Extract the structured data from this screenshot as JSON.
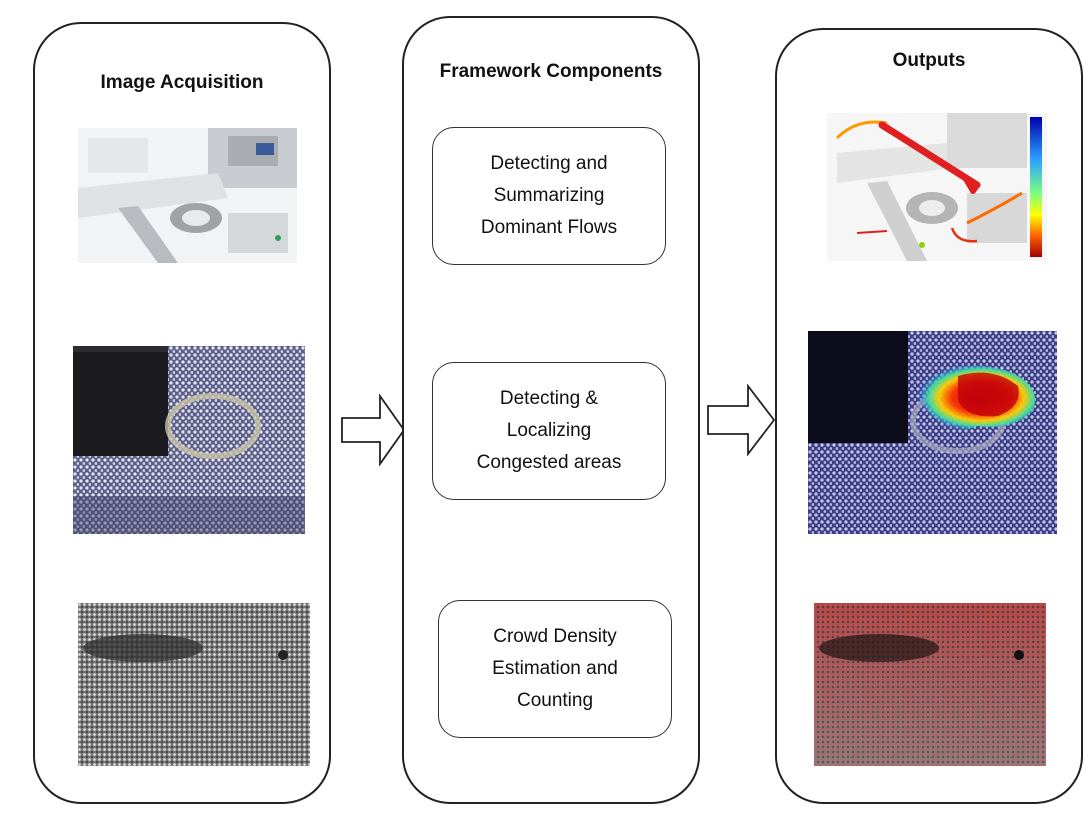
{
  "panels": {
    "acquisition": {
      "title": "Image Acquisition"
    },
    "framework": {
      "title": "Framework Components",
      "components": [
        {
          "label": "Detecting and\nSummarizing\nDominant Flows"
        },
        {
          "label": "Detecting &\nLocalizing\nCongested areas"
        },
        {
          "label": "Crowd   Density\nEstimation and\nCounting"
        }
      ]
    },
    "outputs": {
      "title": "Outputs"
    }
  },
  "colors": {
    "border": "#222222",
    "flow_arrow": "#e02020",
    "heat_hot": "#c0000a"
  }
}
